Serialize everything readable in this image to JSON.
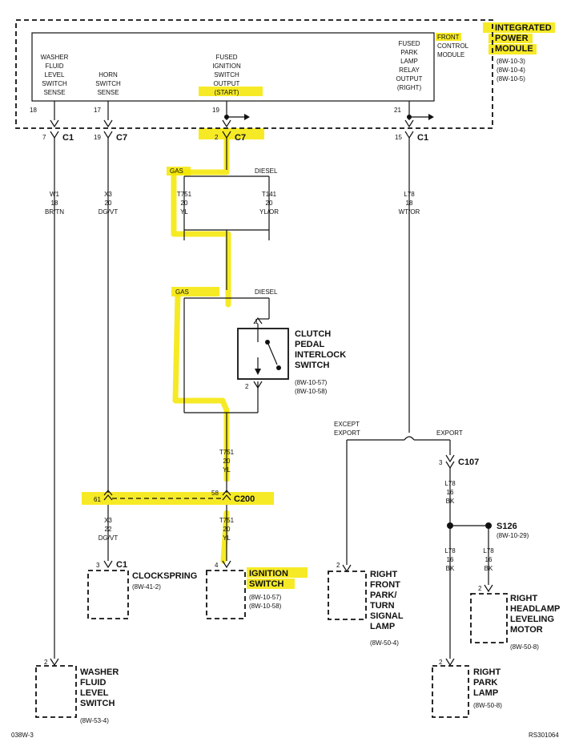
{
  "colors": {
    "highlight": "#f5e600",
    "ink": "#111111",
    "background": "#ffffff"
  },
  "ipm": {
    "name_lines": [
      "INTEGRATED",
      "POWER",
      "MODULE"
    ],
    "refs": [
      "(8W-10-3)",
      "(8W-10-4)",
      "(8W-10-5)"
    ],
    "fcm_lines": [
      "FRONT",
      "CONTROL",
      "MODULE"
    ]
  },
  "outputs": {
    "washer_sense": [
      "WASHER",
      "FLUID",
      "LEVEL",
      "SWITCH",
      "SENSE"
    ],
    "horn_sense": [
      "HORN",
      "SWITCH",
      "SENSE"
    ],
    "fused_ign": [
      "FUSED",
      "IGNITION",
      "SWITCH",
      "OUTPUT",
      "(START)"
    ],
    "park_relay": [
      "FUSED",
      "PARK",
      "LAMP",
      "RELAY",
      "OUTPUT",
      "(RIGHT)"
    ]
  },
  "pins": {
    "p18": "18",
    "p17": "17",
    "p19": "19",
    "p21": "21",
    "p7": "7",
    "p19b": "19",
    "p2": "2",
    "p15": "15",
    "p61": "61",
    "p58": "58",
    "p1": "1",
    "p2b": "2",
    "p3": "3",
    "p3b": "3",
    "p4": "4",
    "p2c": "2",
    "p2d": "2",
    "p2e": "2",
    "p2f": "2"
  },
  "connectors": {
    "c1a": "C1",
    "c7a": "C7",
    "c7b": "C7",
    "c1b": "C1",
    "c200": "C200",
    "c107": "C107",
    "c1c": "C1",
    "s126": "S126"
  },
  "wires": {
    "w1": [
      "W1",
      "18",
      "BR/TN"
    ],
    "x3a": [
      "X3",
      "20",
      "DG/VT"
    ],
    "t751a": [
      "T751",
      "20",
      "YL"
    ],
    "t141": [
      "T141",
      "20",
      "YL/OR"
    ],
    "l78a": [
      "L78",
      "18",
      "WT/OR"
    ],
    "t751b": [
      "T751",
      "20",
      "YL"
    ],
    "x3b": [
      "X3",
      "22",
      "DG/VT"
    ],
    "t751c": [
      "T751",
      "20",
      "YL"
    ],
    "l78b": [
      "L78",
      "16",
      "BK"
    ],
    "l78c": [
      "L78",
      "16",
      "BK"
    ],
    "l78d": [
      "L78",
      "16",
      "BK"
    ]
  },
  "options": {
    "gas1": "GAS",
    "diesel1": "DIESEL",
    "gas2": "GAS",
    "diesel2": "DIESEL",
    "except_export": [
      "EXCEPT",
      "EXPORT"
    ],
    "export": "EXPORT"
  },
  "s126_ref": "(8W-10-29)",
  "components": {
    "clutch": {
      "lines": [
        "CLUTCH",
        "PEDAL",
        "INTERLOCK",
        "SWITCH"
      ],
      "refs": [
        "(8W-10-57)",
        "(8W-10-58)"
      ]
    },
    "clockspring": {
      "lines": [
        "CLOCKSPRING"
      ],
      "refs": [
        "(8W-41-2)"
      ]
    },
    "ignition": {
      "lines": [
        "IGNITION",
        "SWITCH"
      ],
      "refs": [
        "(8W-10-57)",
        "(8W-10-58)"
      ]
    },
    "front_park": {
      "lines": [
        "RIGHT",
        "FRONT",
        "PARK/",
        "TURN",
        "SIGNAL",
        "LAMP"
      ],
      "refs": [
        "(8W-50-4)"
      ]
    },
    "headlamp": {
      "lines": [
        "RIGHT",
        "HEADLAMP",
        "LEVELING",
        "MOTOR"
      ],
      "refs": [
        "(8W-50-8)"
      ]
    },
    "washer": {
      "lines": [
        "WASHER",
        "FLUID",
        "LEVEL",
        "SWITCH"
      ],
      "refs": [
        "(8W-53-4)"
      ]
    },
    "park_lamp": {
      "lines": [
        "RIGHT",
        "PARK",
        "LAMP"
      ],
      "refs": [
        "(8W-50-8)"
      ]
    }
  },
  "footer": {
    "left": "038W-3",
    "right": "RS301064"
  }
}
